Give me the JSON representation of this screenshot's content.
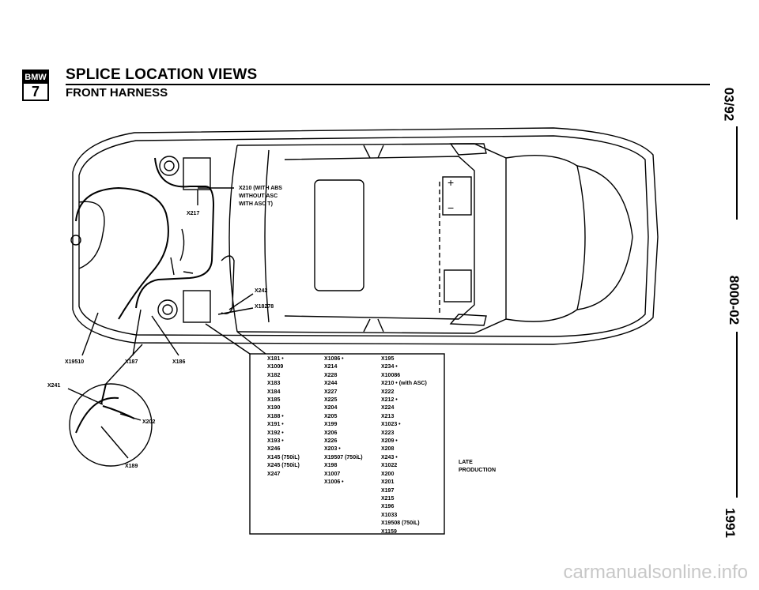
{
  "header": {
    "logo_text": "BMW",
    "logo_number": "7",
    "title": "SPLICE LOCATION VIEWS",
    "subtitle": "FRONT HARNESS"
  },
  "side_labels": {
    "date": "03/92",
    "code": "8000-02",
    "year": "1991"
  },
  "callouts": {
    "x210_line1": "X210 (WITH ABS",
    "x210_line2": "WITHOUT ASC",
    "x210_line3": "WITH ASC T)",
    "x217": "X217",
    "x242": "X242",
    "x18278": "X18278",
    "x19510": "X19510",
    "x187": "X187",
    "x186": "X186",
    "x241": "X241",
    "x202": "X202",
    "x189": "X189"
  },
  "splice_list": {
    "col1": [
      "X181 •",
      "X1009",
      "X182",
      "X183",
      "X184",
      "X185",
      "X190",
      "X188 •",
      "X191 •",
      "X192 •",
      "X193 •",
      "X246",
      "X145 (750iL)",
      "X245 (750iL)",
      "X247"
    ],
    "col2": [
      "X1086 •",
      "X214",
      "X228",
      "X244",
      "X227",
      "X225",
      "X204",
      "X205",
      "X199",
      "X206",
      "X226",
      "X203 •",
      "X19507 (750iL)",
      "X198",
      "X1007",
      "X1006 •"
    ],
    "col3": [
      "X195",
      "X234 •",
      "X10086",
      "X210 • (with ASC)",
      "X222",
      "X212 •",
      "X224",
      "X213",
      "X1023 •",
      "X223",
      "X209 •",
      "X208",
      "X243 •",
      "X1022",
      "X200",
      "X201",
      "X197",
      "X215",
      "X196",
      "X1033",
      "X19508 (750iL)",
      "X1159"
    ]
  },
  "late_production": {
    "line1": "LATE",
    "line2": "PRODUCTION"
  },
  "watermark": "carmanualsonline.info"
}
